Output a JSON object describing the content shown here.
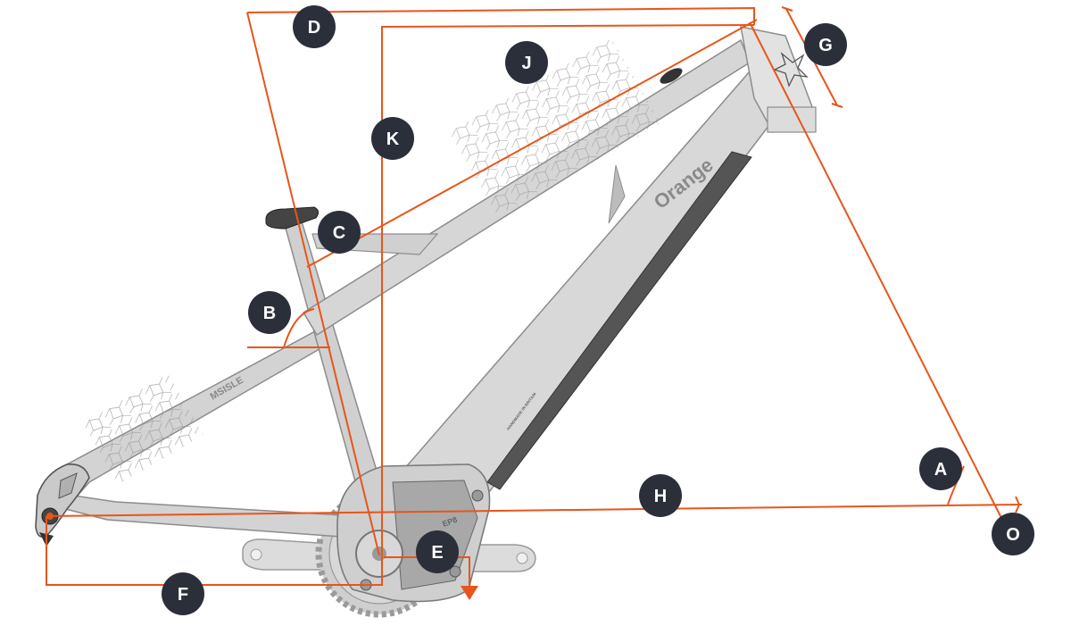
{
  "diagram": {
    "labels": {
      "A": "A",
      "B": "B",
      "C": "C",
      "D": "D",
      "E": "E",
      "F": "F",
      "G": "G",
      "H": "H",
      "J": "J",
      "K": "K",
      "O": "O"
    },
    "frame_text": {
      "brand": "Orange",
      "model": "MSISLE",
      "motor": "EP8",
      "made_in": "HANDMADE IN BRITAIN"
    }
  },
  "colors": {
    "measure_lines": "#e8551a",
    "badge": "#2b2f3a",
    "frame_fill": "#d3d3d3",
    "frame_stroke": "#8c8c8c",
    "battery_cover": "#555555"
  }
}
